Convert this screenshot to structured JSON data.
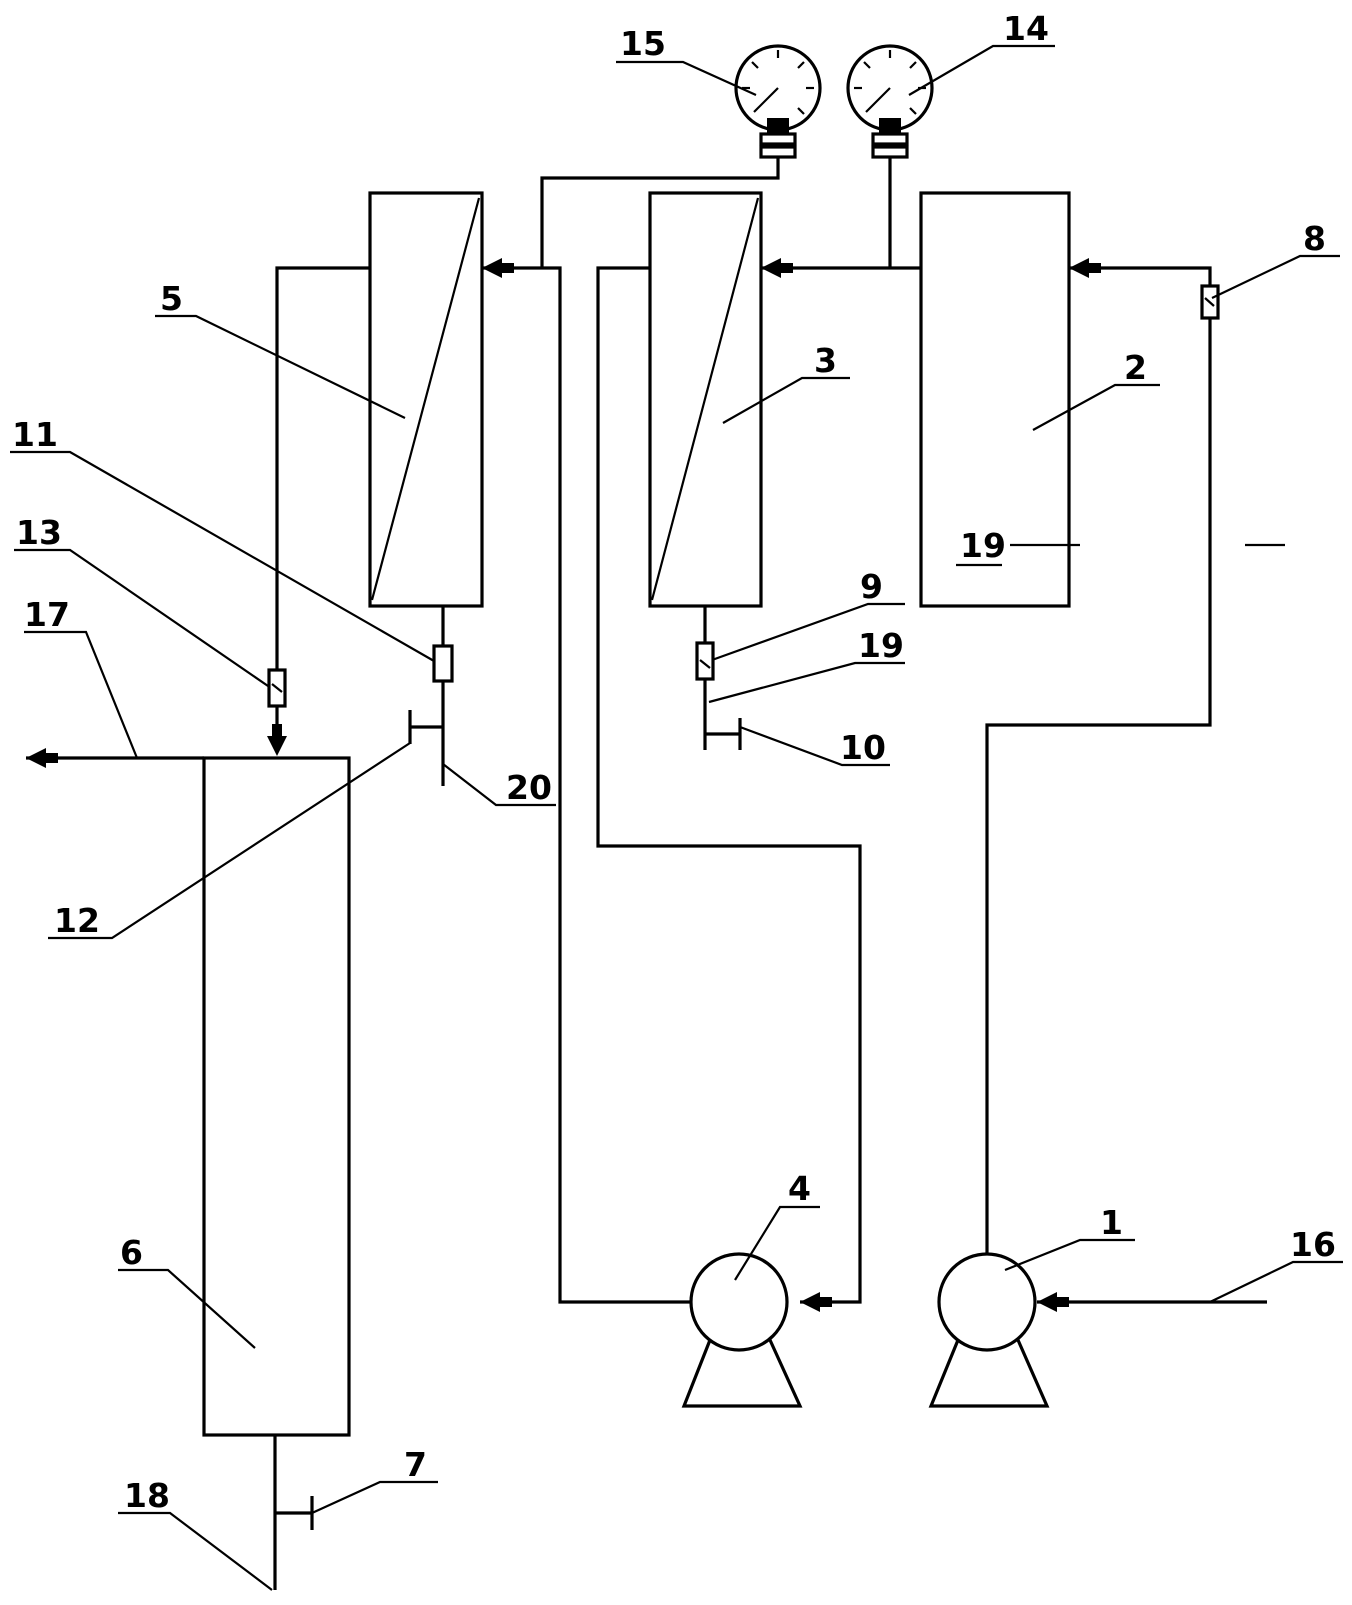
{
  "diagram": {
    "labels": {
      "pump_1": "1",
      "tank_2": "2",
      "filter_3": "3",
      "pump_4": "4",
      "filter_5": "5",
      "tank_6": "6",
      "valve_7": "7",
      "flowmeter_8": "8",
      "flowmeter_9": "9",
      "valve_10": "10",
      "flowmeter_11": "11",
      "valve_12": "12",
      "flowmeter_13": "13",
      "gauge_14": "14",
      "gauge_15": "15",
      "inlet_16": "16",
      "outlet_17": "17",
      "outlet_18": "18",
      "tank2_inner_19": "19",
      "filter3_pipe_19": "19",
      "pipe_20": "20"
    },
    "colors": {
      "line": "#000000",
      "background": "#ffffff"
    }
  }
}
